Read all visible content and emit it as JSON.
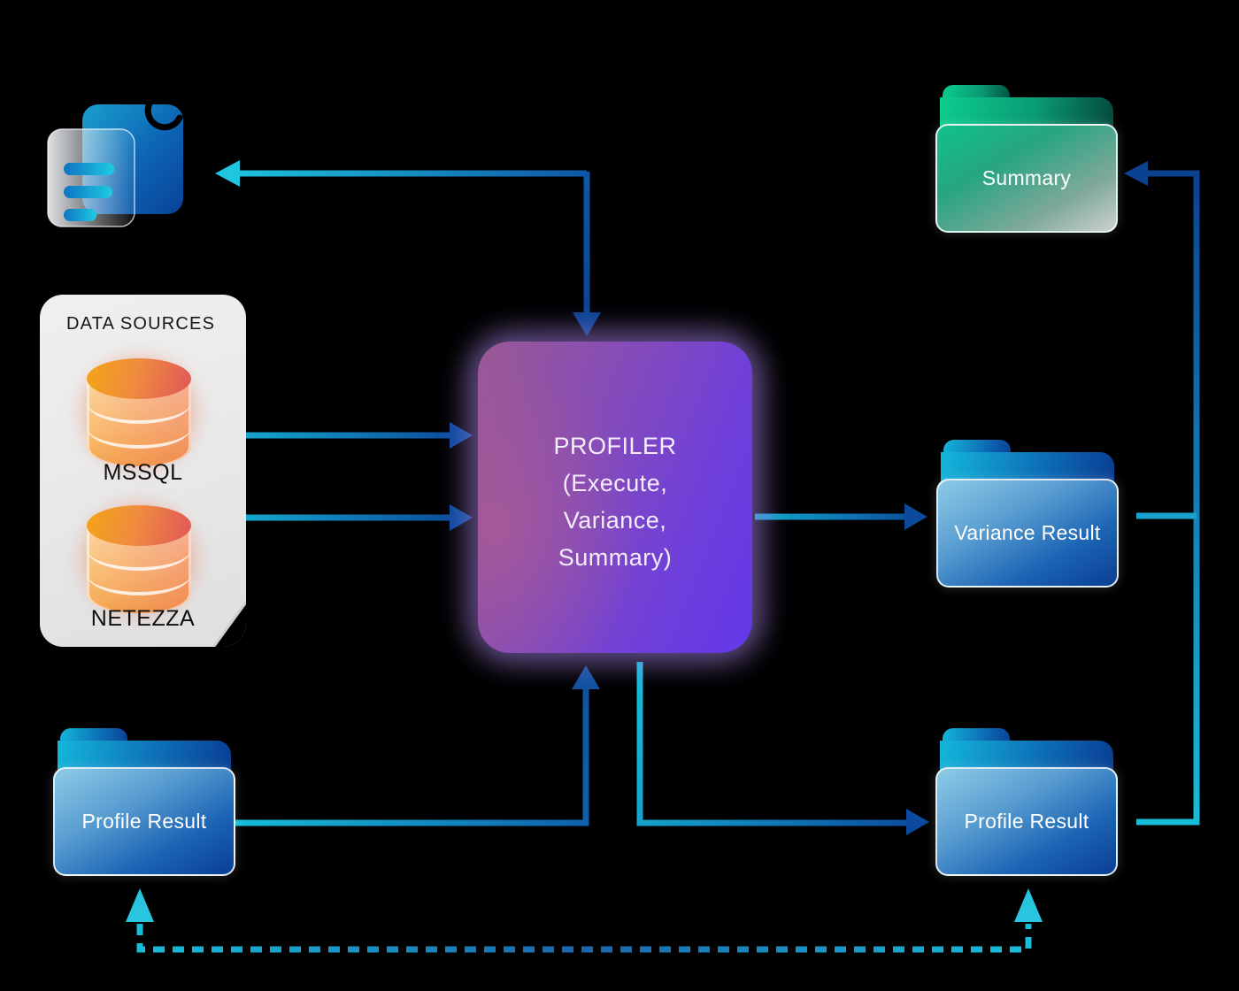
{
  "diagram": {
    "report_icon": {
      "name": "report-document-icon"
    },
    "data_sources": {
      "title": "DATA SOURCES",
      "databases": [
        {
          "label": "MSSQL"
        },
        {
          "label": "NETEZZA"
        }
      ]
    },
    "profiler": {
      "lines": [
        "PROFILER",
        "(Execute,",
        "Variance,",
        "Summary)"
      ]
    },
    "folders": {
      "summary": {
        "label": "Summary"
      },
      "variance": {
        "label": "Variance Result"
      },
      "profile_left": {
        "label": "Profile Result"
      },
      "profile_right": {
        "label": "Profile Result"
      }
    },
    "edges": [
      {
        "from": "profiler",
        "to": "report-document",
        "style": "solid"
      },
      {
        "from": "mssql",
        "to": "profiler",
        "style": "solid"
      },
      {
        "from": "netezza",
        "to": "profiler",
        "style": "solid"
      },
      {
        "from": "profiler",
        "to": "variance-result",
        "style": "solid"
      },
      {
        "from": "profile-result-left",
        "to": "profiler",
        "style": "solid"
      },
      {
        "from": "profiler",
        "to": "profile-result-right",
        "style": "solid"
      },
      {
        "from": "variance-result",
        "to": "summary",
        "style": "solid"
      },
      {
        "from": "profile-result-right",
        "to": "summary",
        "style": "solid"
      },
      {
        "from": "profile-result-left",
        "to": "profile-result-right",
        "style": "dashed"
      }
    ],
    "colors": {
      "background": "#000000",
      "arrow_cyan": "#18bdd9",
      "arrow_blue": "#0b4a9c",
      "arrow_navy": "#0a4191",
      "profiler_gradient_start": "#9a5994",
      "profiler_gradient_end": "#6338e8",
      "folder_blue_light": "#8ecbe7",
      "folder_blue_dark": "#0a3e93",
      "folder_green_light": "#10c18c",
      "folder_green_dark": "#05483d",
      "database_yellow": "#f3a11d",
      "database_red": "#e25e55",
      "panel_gray": "#e9e9e9"
    }
  }
}
